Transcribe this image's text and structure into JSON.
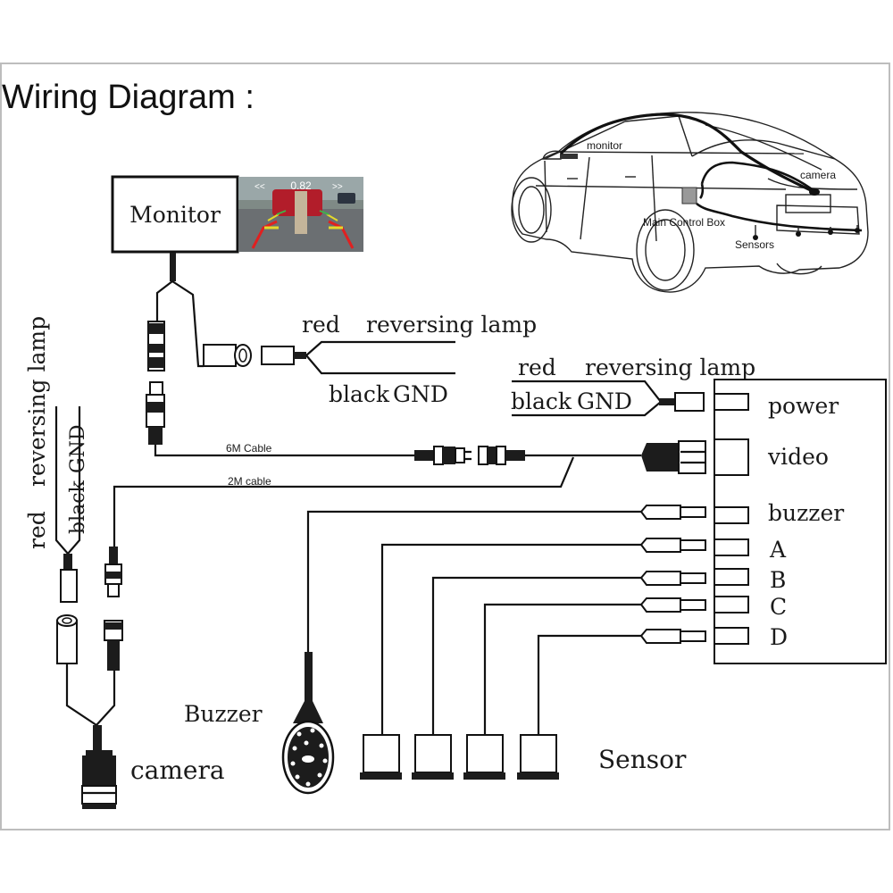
{
  "title": "Wiring Diagram :",
  "car_illustration": {
    "labels": {
      "monitor": "monitor",
      "camera": "camera",
      "main_control_box": "Main Control Box",
      "sensors": "Sensors"
    }
  },
  "monitor": {
    "label": "Monitor",
    "screen_readout": "0.82",
    "screen_arrows_left": "<<",
    "screen_arrows_right": ">>"
  },
  "monitor_power": {
    "red_label": "red",
    "red_function": "reversing lamp",
    "black_label": "black",
    "black_function": "GND"
  },
  "cables": {
    "cable_6m": "6M Cable",
    "cable_2m": "2M cable"
  },
  "control_box_power": {
    "red_label": "red",
    "red_function": "reversing lamp",
    "black_label": "black",
    "black_function": "GND"
  },
  "control_box": {
    "ports": [
      {
        "id": "power",
        "label": "power"
      },
      {
        "id": "video",
        "label": "video"
      },
      {
        "id": "buzzer",
        "label": "buzzer"
      },
      {
        "id": "a",
        "label": "A"
      },
      {
        "id": "b",
        "label": "B"
      },
      {
        "id": "c",
        "label": "C"
      },
      {
        "id": "d",
        "label": "D"
      }
    ]
  },
  "camera_power": {
    "red_label": "red",
    "red_function": "reversing lamp",
    "black_label": "black",
    "black_function": "GND"
  },
  "components": {
    "buzzer": "Buzzer",
    "camera": "camera",
    "sensor": "Sensor",
    "sensor_count": 4
  }
}
